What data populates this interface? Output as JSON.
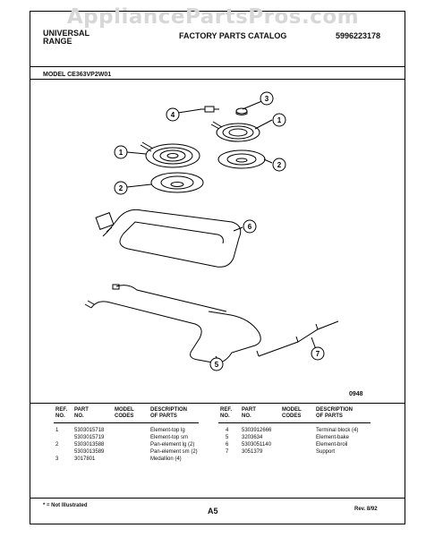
{
  "watermark": "AppliancePartsPros.com",
  "header": {
    "brand": [
      "UNIVERSAL",
      "RANGE"
    ],
    "catalog": "FACTORY PARTS CATALOG",
    "catalog_no": "5996223178"
  },
  "model": "MODEL CE363VP2W01",
  "diagram": {
    "callouts": [
      "1",
      "2",
      "3",
      "4",
      "5",
      "6",
      "7"
    ],
    "code": "0948"
  },
  "table": {
    "headers": {
      "ref": [
        "REF.",
        "NO."
      ],
      "part": [
        "PART",
        "NO."
      ],
      "codes": [
        "MODEL",
        "CODES"
      ],
      "desc": [
        "DESCRIPTION",
        "OF PARTS"
      ]
    },
    "left_rows": [
      {
        "ref": "1",
        "part": "5303015718",
        "desc": "Element-top lg"
      },
      {
        "ref": "",
        "part": "5303015719",
        "desc": "Element-top sm"
      },
      {
        "ref": "2",
        "part": "5303013588",
        "desc": "Pan-element lg (2)"
      },
      {
        "ref": "",
        "part": "5303013589",
        "desc": "Pan-element sm (2)"
      },
      {
        "ref": "3",
        "part": "3017801",
        "desc": "Medallion (4)"
      }
    ],
    "right_rows": [
      {
        "ref": "4",
        "part": "5303912666",
        "desc": "Terminal block (4)"
      },
      {
        "ref": "5",
        "part": "3203634",
        "desc": "Element-bake"
      },
      {
        "ref": "6",
        "part": "5303051140",
        "desc": "Element-broil"
      },
      {
        "ref": "7",
        "part": "3051379",
        "desc": "Support"
      }
    ]
  },
  "footer": {
    "note": "* = Not Illustrated",
    "page": "A5",
    "rev": "Rev. 8/92"
  }
}
